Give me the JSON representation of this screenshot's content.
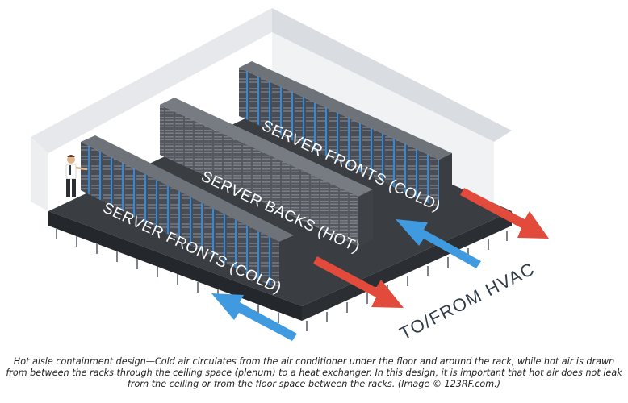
{
  "labels": {
    "server_fronts_top": "SERVER FRONTS (COLD)",
    "server_backs": "SERVER BACKS (HOT)",
    "server_fronts_bottom": "SERVER FRONTS (COLD)",
    "hvac": "TO/FROM HVAC"
  },
  "caption": "Hot aisle containment design—Cold air circulates from the air conditioner under the floor and around the rack, while hot air is drawn from between the racks through the ceiling space (plenum) to a heat exchanger. In this design, it is important that hot air does not leak from the ceiling or from the floor space between the racks. (Image © 123RF.com.)",
  "colors": {
    "cold_air": "#3f9ae0",
    "hot_air": "#e24b3b",
    "floor": "#3a3d42",
    "wall": "#e6e8eb",
    "rack": "#54585e"
  },
  "icons": [
    "technician-figure",
    "cold-arrow",
    "hot-arrow"
  ]
}
